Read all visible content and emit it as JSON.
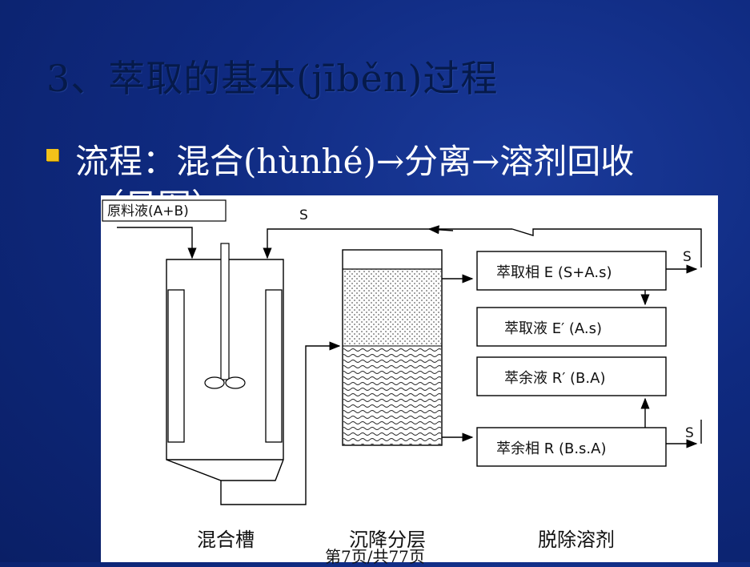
{
  "slide": {
    "title": "3、萃取的基本(jīběn)过程",
    "bullet": "流程：混合(hùnhé)→分离→溶剂回收",
    "bullet_cont": "（见图）",
    "page_number": "第7页/共77页"
  },
  "diagram": {
    "feed_label": "原料液(A+B)",
    "solvent_top": "S",
    "solvent_out_1": "S",
    "solvent_out_2": "S",
    "box_extract_phase": "萃取相 E (S+A.s)",
    "box_extract_liquid": "萃取液 E′ (A.s)",
    "box_raffinate_liquid": "萃余液 R′ (B.A)",
    "box_raffinate_phase": "萃余相 R (B.s.A)",
    "label_mixer": "混合槽",
    "label_settler": "沉降分层",
    "label_recovery": "脱除溶剂"
  },
  "colors": {
    "background": "#0f2a80",
    "title": "#061a4a",
    "bullet_square": "#f2c21a",
    "bullet_text": "#ffffff",
    "diagram_bg": "#ffffff"
  }
}
